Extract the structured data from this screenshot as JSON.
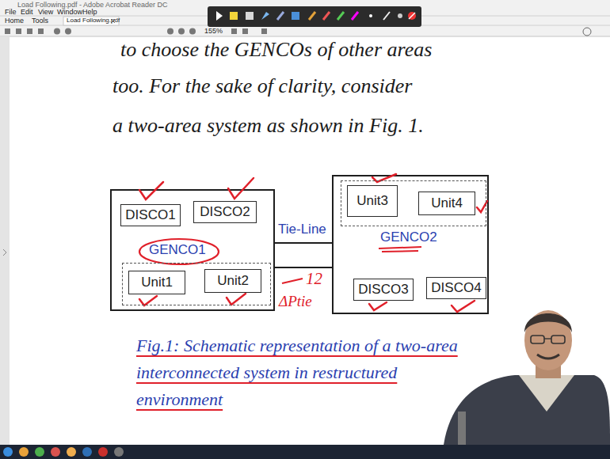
{
  "diagram": {
    "caption": "Fig.1: Schematic representation of a two-area interconnected system in restructured environment",
    "nodes": [
      {
        "text": [
          "DISCO1"
        ]
      },
      {
        "text": [
          "DISCO2"
        ]
      },
      {
        "text": [
          "GENCO1"
        ]
      },
      {
        "text": [
          "Unit1"
        ],
        "in": 2
      },
      {
        "text": [
          "Unit2"
        ],
        "in": 2
      },
      {
        "text": [
          "GENCO2"
        ]
      },
      {
        "text": [
          "Unit3"
        ],
        "in": 5
      },
      {
        "text": [
          "Unit4"
        ],
        "in": 5
      },
      {
        "text": [
          "DISCO3"
        ]
      },
      {
        "text": [
          "DISCO4"
        ]
      }
    ],
    "labels": [
      "Load Following.pdf - Adobe Acrobat Reader DC",
      "File",
      "Edit",
      "View",
      "Window",
      "Help",
      "Home",
      "Tools",
      "Load Following.pdf",
      "155%",
      "to choose the GENCOs of other areas",
      "too. For the sake of clarity, consider",
      "a two-area system as shown in Fig. 1.",
      "Tie-Line",
      "12",
      "ΔPtie"
    ]
  }
}
